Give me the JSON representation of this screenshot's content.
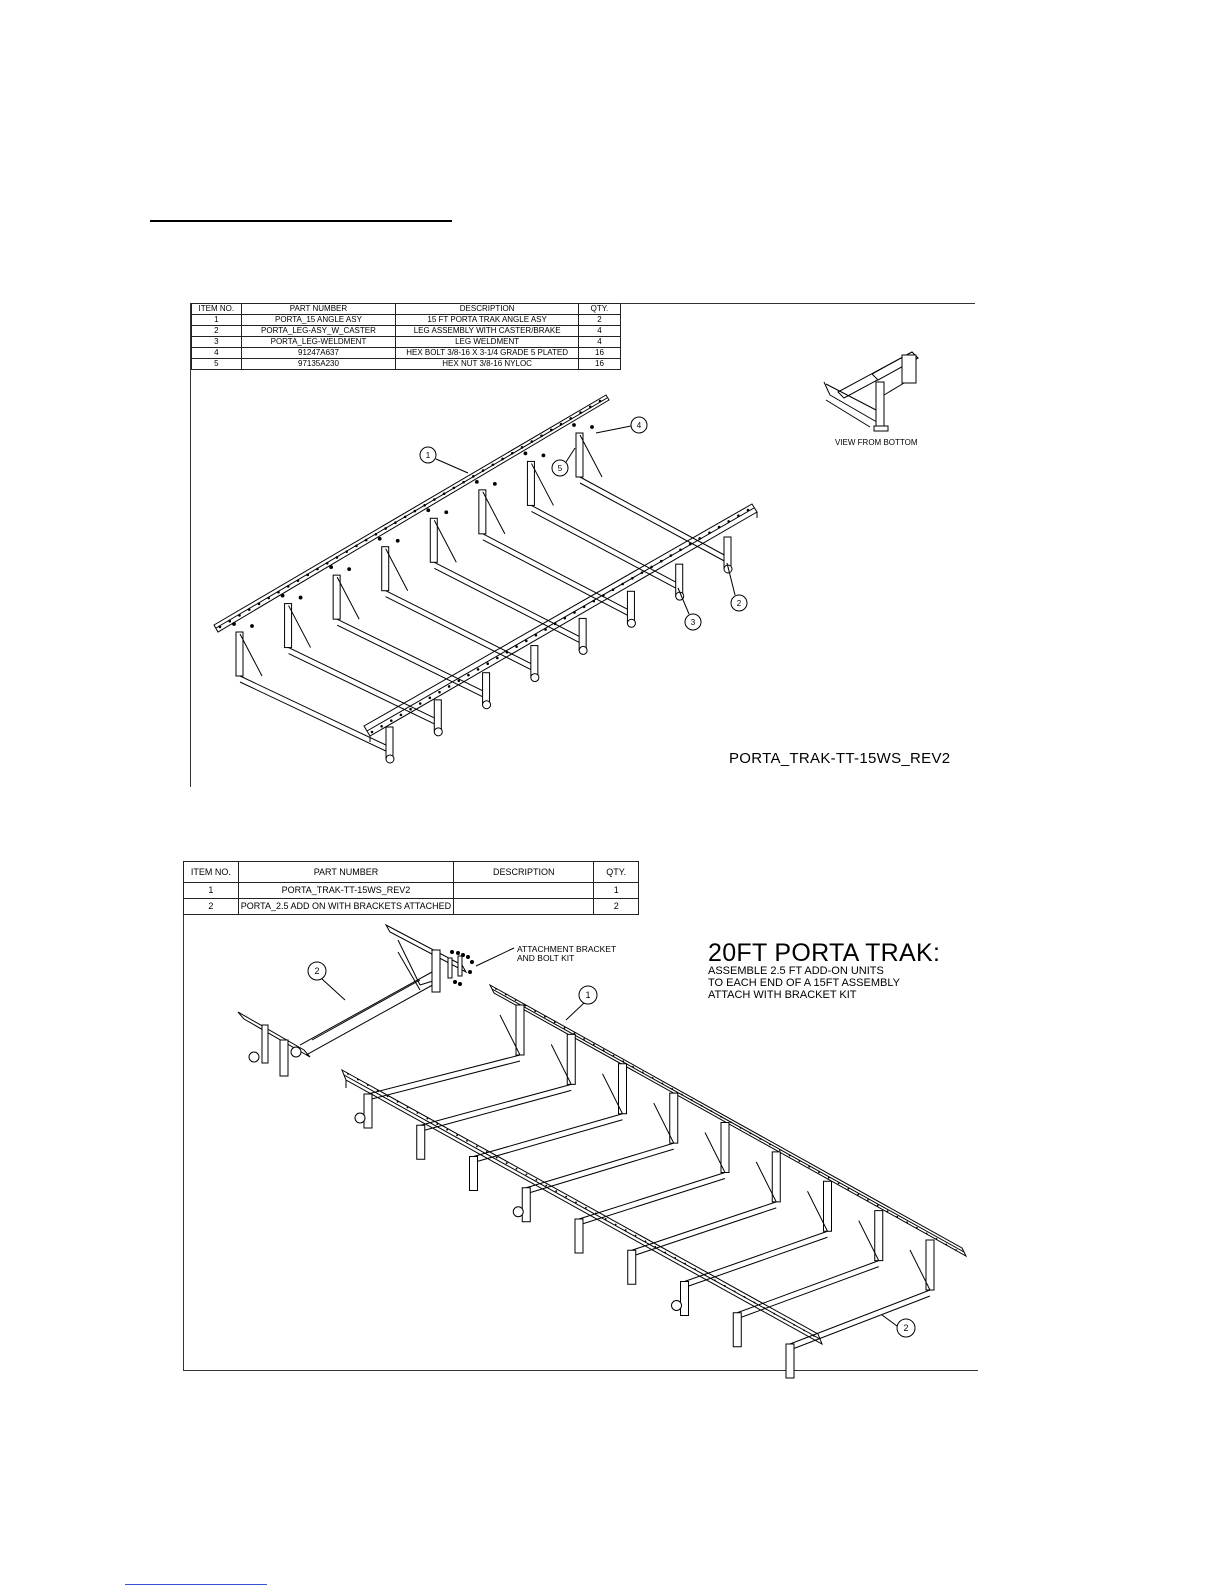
{
  "drawing1": {
    "bom": {
      "headers": {
        "item": "ITEM NO.",
        "part": "PART NUMBER",
        "desc": "DESCRIPTION",
        "qty": "QTY."
      },
      "rows": [
        {
          "item": "1",
          "part": "PORTA_15 ANGLE ASY",
          "desc": "15 FT PORTA TRAK ANGLE ASY",
          "qty": "2"
        },
        {
          "item": "2",
          "part": "PORTA_LEG-ASY_W_CASTER",
          "desc": "LEG ASSEMBLY WITH CASTER/BRAKE",
          "qty": "4"
        },
        {
          "item": "3",
          "part": "PORTA_LEG-WELDMENT",
          "desc": "LEG WELDMENT",
          "qty": "4"
        },
        {
          "item": "4",
          "part": "91247A637",
          "desc": "HEX BOLT 3/8-16 X 3-1/4 GRADE 5 PLATED",
          "qty": "16"
        },
        {
          "item": "5",
          "part": "97135A230",
          "desc": "HEX NUT 3/8-16 NYLOC",
          "qty": "16"
        }
      ]
    },
    "view_label": "VIEW FROM BOTTOM",
    "drawing_name": "PORTA_TRAK-TT-15WS_REV2",
    "balloons": [
      "1",
      "2",
      "3",
      "4",
      "5"
    ]
  },
  "drawing2": {
    "bom": {
      "headers": {
        "item": "ITEM NO.",
        "part": "PART NUMBER",
        "desc": "DESCRIPTION",
        "qty": "QTY."
      },
      "rows": [
        {
          "item": "1",
          "part": "PORTA_TRAK-TT-15WS_REV2",
          "desc": "",
          "qty": "1"
        },
        {
          "item": "2",
          "part": "PORTA_2.5 ADD ON WITH BRACKETS ATTACHED",
          "desc": "",
          "qty": "2"
        }
      ]
    },
    "callout": {
      "line1": "ATTACHMENT BRACKET",
      "line2": "AND BOLT KIT"
    },
    "title": "20FT PORTA TRAK:",
    "notes": [
      "ASSEMBLE 2.5 FT ADD-ON UNITS",
      " TO EACH END OF A 15FT ASSEMBLY",
      "ATTACH WITH BRACKET KIT"
    ],
    "balloons": [
      "2",
      "1",
      "2"
    ]
  },
  "colors": {
    "ink": "#000000",
    "link": "#3355cc"
  }
}
